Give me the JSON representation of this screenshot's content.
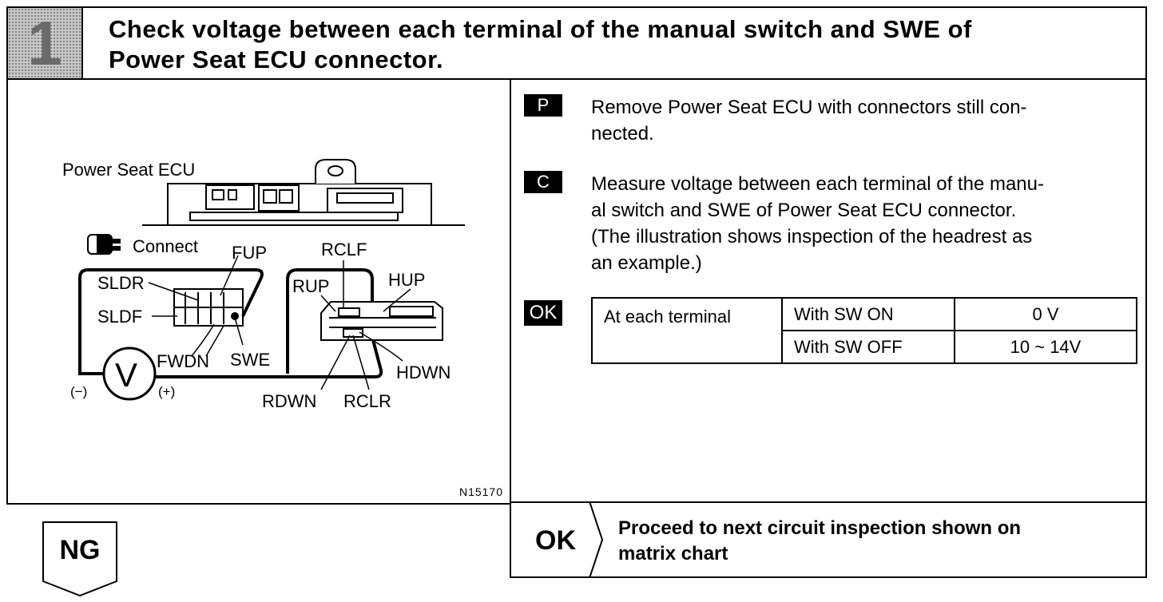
{
  "header": {
    "step_number": "1",
    "title_line1": "Check voltage between each terminal of the manual switch and SWE of",
    "title_line2": "Power Seat ECU connector."
  },
  "diagram": {
    "ecu_label": "Power Seat ECU",
    "connect_label": "Connect",
    "terminal_labels": {
      "fup": "FUP",
      "sldr": "SLDR",
      "sldf": "SLDF",
      "fwdn": "FWDN",
      "swe": "SWE",
      "rclf": "RCLF",
      "rup": "RUP",
      "hup": "HUP",
      "hdwn": "HDWN",
      "rdwn": "RDWN",
      "rclr": "RCLR"
    },
    "meter_symbol": "V",
    "minus_label": "(−)",
    "plus_label": "(+)",
    "figure_code": "N15170"
  },
  "steps": [
    {
      "badge": "P",
      "line1": "Remove Power Seat ECU with connectors still con-",
      "line2": "nected."
    },
    {
      "badge": "C",
      "line1": "Measure voltage between each terminal of the manu-",
      "line2": "al switch and SWE of Power Seat ECU connector.",
      "line3": "(The illustration shows inspection of the headrest as",
      "line4": "an example.)"
    }
  ],
  "ok_spec": {
    "badge": "OK",
    "condition": "At each terminal",
    "rows": [
      {
        "state": "With SW ON",
        "value": "0 V"
      },
      {
        "state": "With SW OFF",
        "value": "10 ~ 14V"
      }
    ]
  },
  "result_ok": {
    "label": "OK",
    "text_line1": "Proceed to next circuit inspection shown on",
    "text_line2": "matrix chart"
  },
  "result_ng": {
    "label": "NG"
  }
}
